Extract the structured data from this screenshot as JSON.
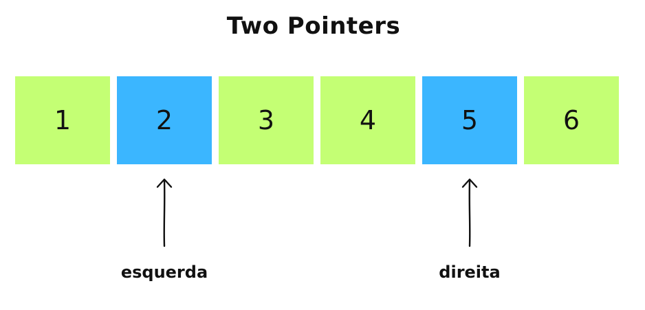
{
  "title": "Two Pointers",
  "cells": [
    {
      "value": "1",
      "highlighted": false
    },
    {
      "value": "2",
      "highlighted": true
    },
    {
      "value": "3",
      "highlighted": false
    },
    {
      "value": "4",
      "highlighted": false
    },
    {
      "value": "5",
      "highlighted": true
    },
    {
      "value": "6",
      "highlighted": false
    }
  ],
  "pointers": [
    {
      "label": "esquerda",
      "cell_index": 1
    },
    {
      "label": "direita",
      "cell_index": 4
    }
  ],
  "colors": {
    "cell_default": "#c4ff74",
    "cell_highlight": "#3bb6ff",
    "text": "#111111"
  }
}
